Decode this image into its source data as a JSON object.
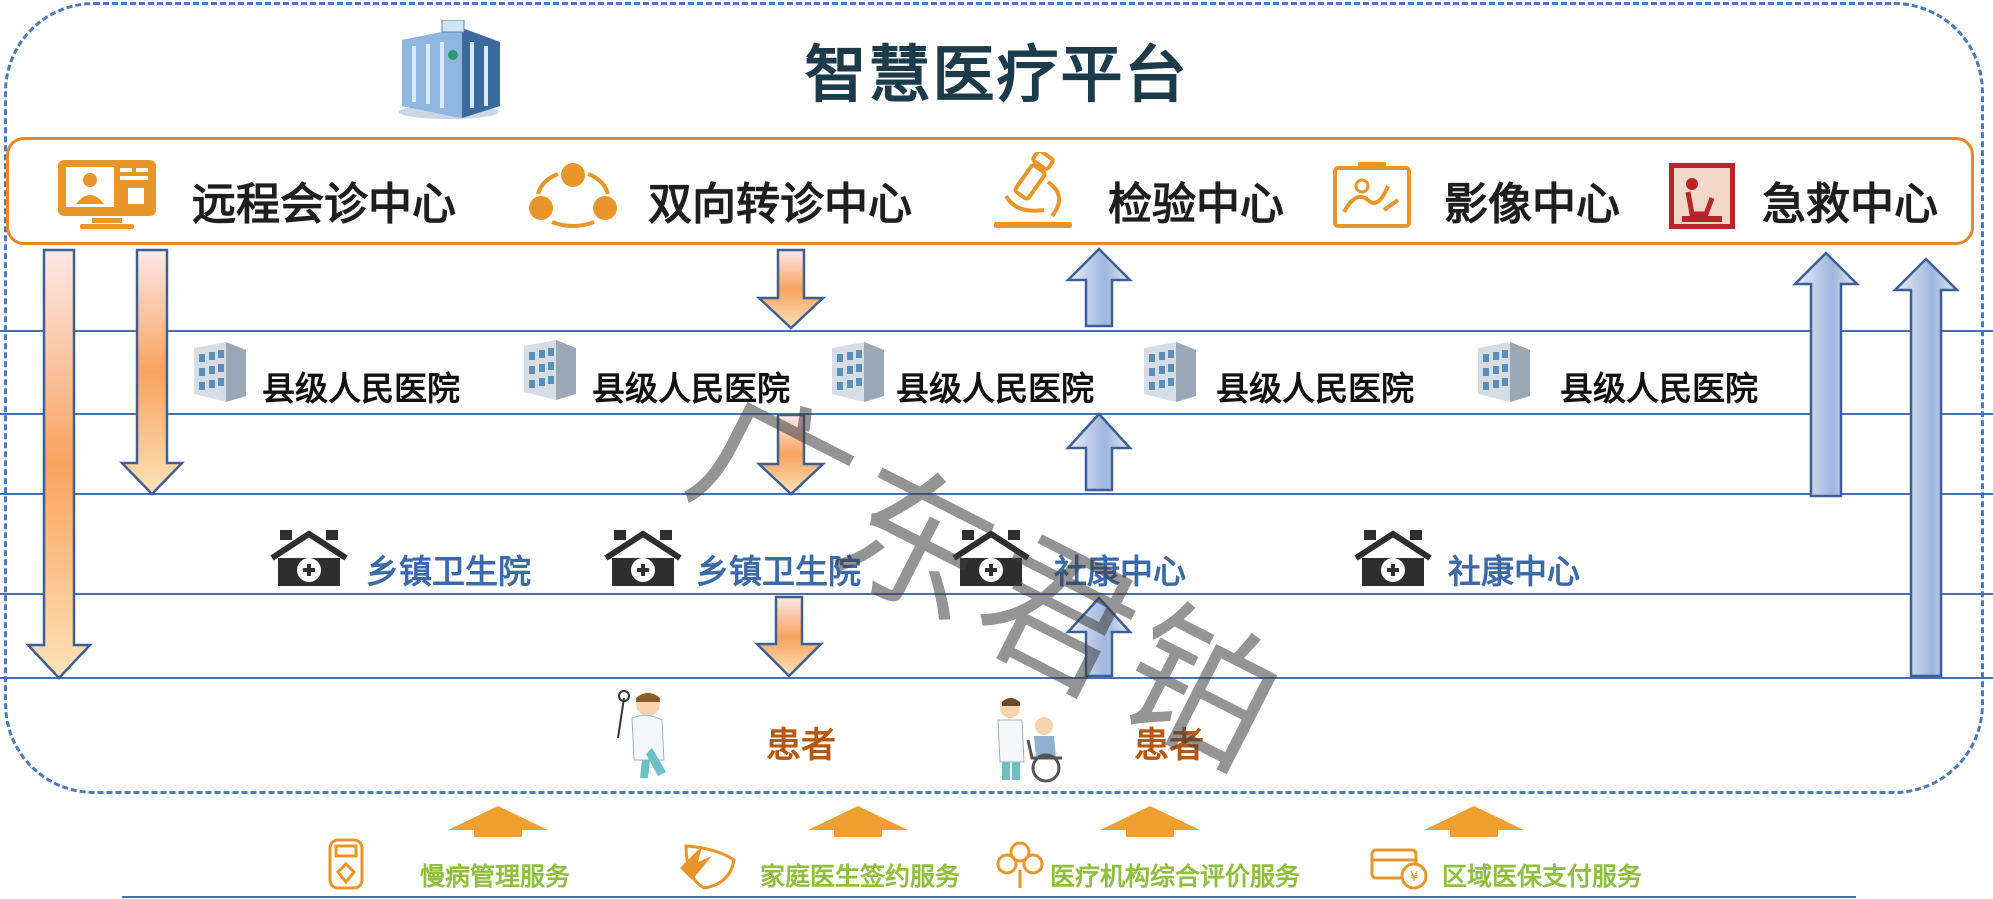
{
  "title": "智慧医疗平台",
  "centers": [
    {
      "label": "远程会诊中心",
      "icon": "monitor-consultation-icon"
    },
    {
      "label": "双向转诊中心",
      "icon": "referral-cycle-icon"
    },
    {
      "label": "检验中心",
      "icon": "microscope-icon"
    },
    {
      "label": "影像中心",
      "icon": "xray-image-icon"
    },
    {
      "label": "急救中心",
      "icon": "emergency-icon"
    }
  ],
  "county_hospitals": [
    {
      "label": "县级人民医院",
      "icon": "hospital-building-icon"
    },
    {
      "label": "县级人民医院",
      "icon": "hospital-building-icon"
    },
    {
      "label": "县级人民医院",
      "icon": "hospital-building-icon"
    },
    {
      "label": "县级人民医院",
      "icon": "hospital-building-icon"
    },
    {
      "label": "县级人民医院",
      "icon": "hospital-building-icon"
    }
  ],
  "township_centers": [
    {
      "label": "乡镇卫生院",
      "icon": "clinic-house-icon"
    },
    {
      "label": "乡镇卫生院",
      "icon": "clinic-house-icon"
    },
    {
      "label": "社康中心",
      "icon": "clinic-house-icon"
    },
    {
      "label": "社康中心",
      "icon": "clinic-house-icon"
    }
  ],
  "patients": [
    {
      "label": "患者",
      "icon": "doctor-patient-icon"
    },
    {
      "label": "患者",
      "icon": "wheelchair-patient-icon"
    }
  ],
  "services": [
    {
      "label": "慢病管理服务",
      "icon": "chronic-care-icon"
    },
    {
      "label": "家庭医生签约服务",
      "icon": "family-doctor-icon"
    },
    {
      "label": "医疗机构综合评价服务",
      "icon": "evaluation-icon"
    },
    {
      "label": "区域医保支付服务",
      "icon": "insurance-card-icon"
    }
  ],
  "watermark": "广东君铂",
  "colors": {
    "frame": "#4a7ab8",
    "center_border": "#e8872a",
    "icon_orange": "#e8962a",
    "title": "#1b3a4a",
    "town_text": "#3c6aa8",
    "patient_text": "#b8560c",
    "service_text": "#8fbf3c",
    "down_arrow": "#f7b07a",
    "up_arrow": "#a9bde0"
  }
}
